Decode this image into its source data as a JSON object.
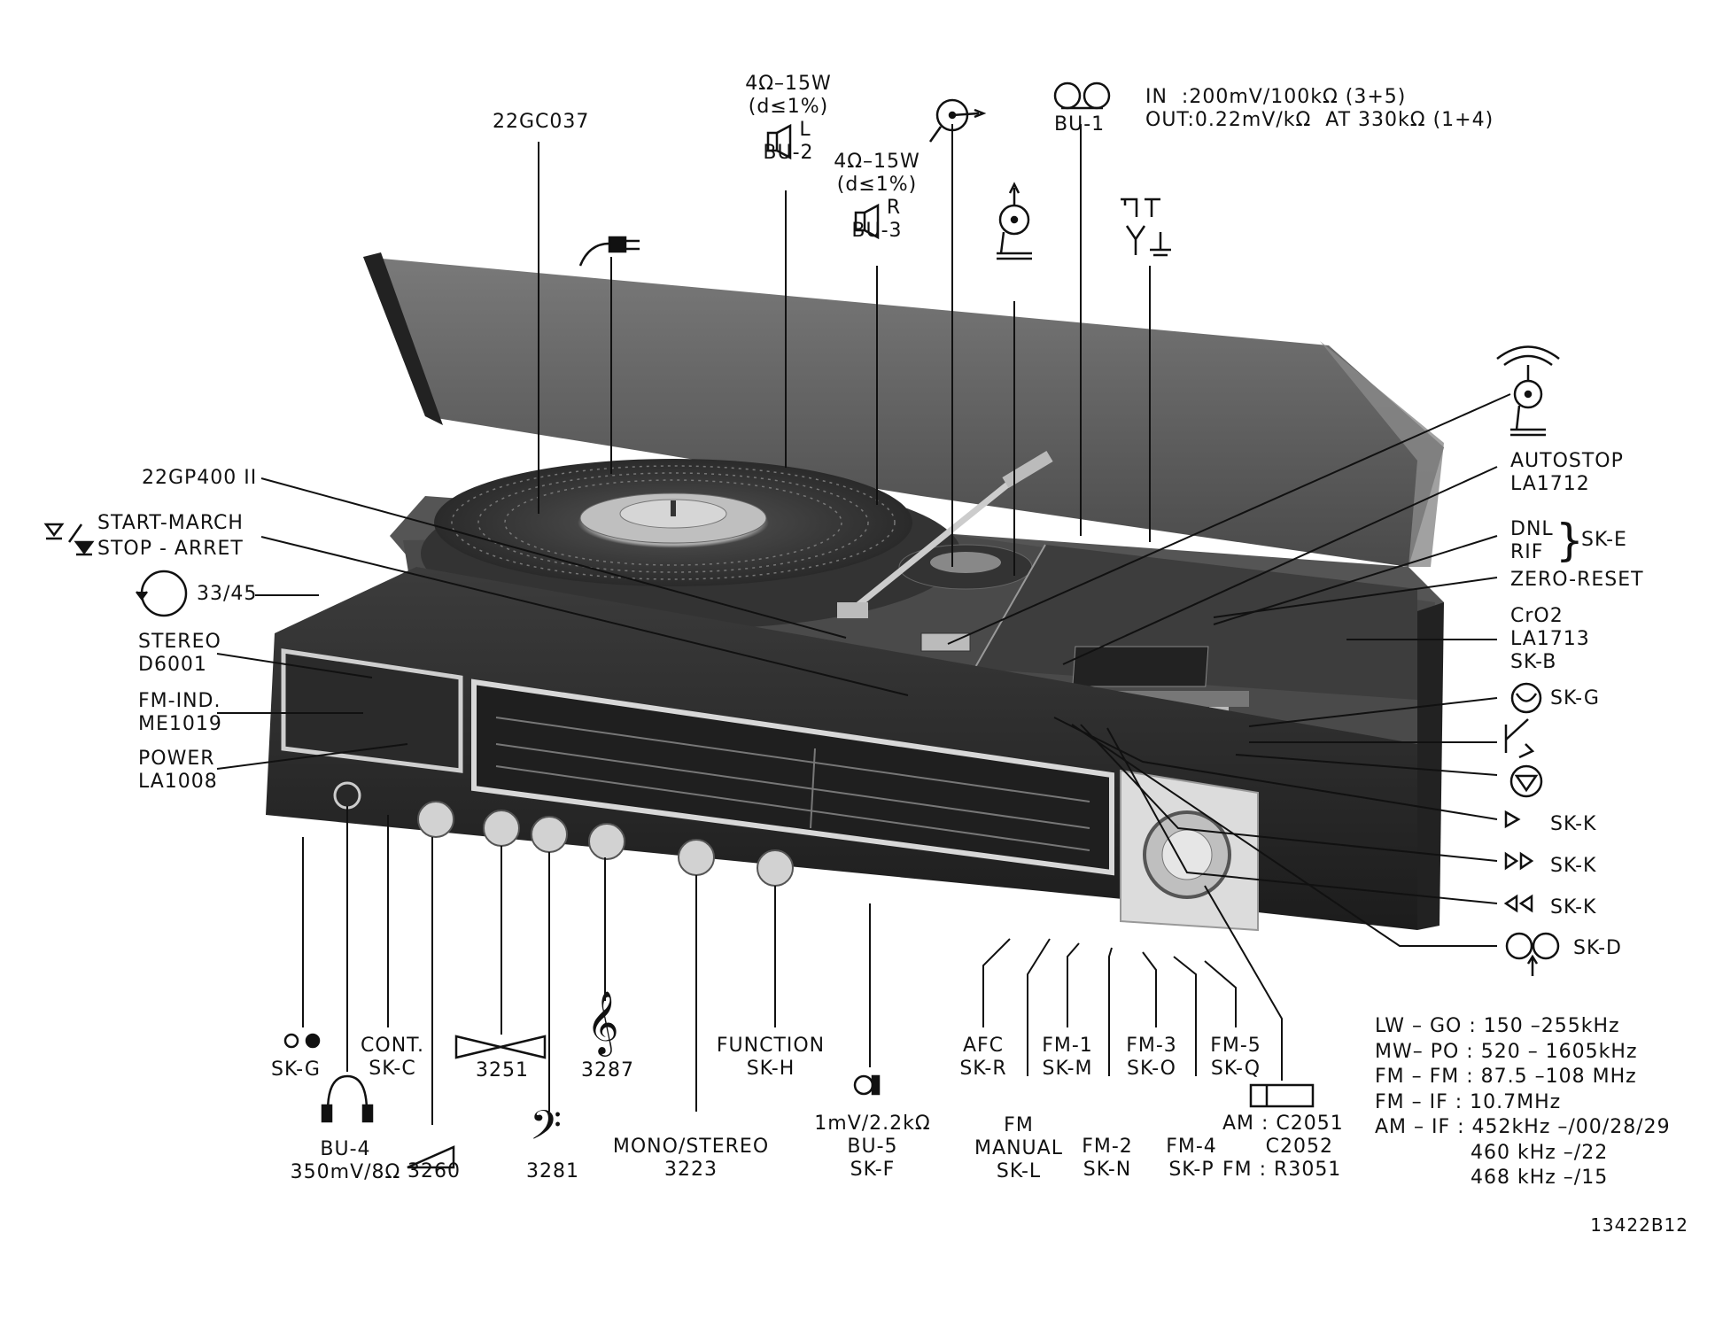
{
  "top_labels": {
    "gc037": "22GC037",
    "bu2": [
      "4Ω–15W",
      "(d≤1%)",
      "L",
      "BU-2"
    ],
    "bu3": [
      "4Ω–15W",
      "(d≤1%)",
      "R",
      "BU-3"
    ],
    "bu1": "BU-1",
    "io": [
      "IN  :200mV/100kΩ (3+5)",
      "OUT:0.22mV/kΩ  AT 330kΩ (1+4)"
    ]
  },
  "left_labels": {
    "gp400": "22GP400 II",
    "start": "START-MARCH",
    "stop": "STOP - ARRET",
    "speed": "33/45",
    "stereo": [
      "STEREO",
      "D6001"
    ],
    "fmind": [
      "FM-IND.",
      "ME1019"
    ],
    "power": [
      "POWER",
      "LA1008"
    ]
  },
  "right_labels": {
    "autostop": [
      "AUTOSTOP",
      "LA1712"
    ],
    "dnl": [
      "DNL",
      "RIF"
    ],
    "ske": "SK-E",
    "zero": "ZERO-RESET",
    "cro2": [
      "CrO2",
      "LA1713",
      "SK-B"
    ],
    "skg": "SK-G",
    "play": "SK-K",
    "ff": "SK-K",
    "rew": "SK-K",
    "skd": "SK-D"
  },
  "bottom_labels": {
    "skg_left": "SK-G",
    "cont": [
      "CONT.",
      "SK-C"
    ],
    "n3251": "3251",
    "n3287": "3287",
    "function": [
      "FUNCTION",
      "SK-H"
    ],
    "bu4": [
      "BU-4",
      "350mV/8Ω"
    ],
    "n3260": "3260",
    "n3281": "3281",
    "monostereo": [
      "MONO/STEREO",
      "3223"
    ],
    "bu5": [
      "1mV/2.2kΩ",
      "BU-5",
      "SK-F"
    ],
    "afc": [
      "AFC",
      "SK-R"
    ],
    "fm1": [
      "FM-1",
      "SK-M"
    ],
    "fm3": [
      "FM-3",
      "SK-O"
    ],
    "fm5": [
      "FM-5",
      "SK-Q"
    ],
    "fmmanual": [
      "FM",
      "MANUAL",
      "SK-L"
    ],
    "fm2": [
      "FM-2",
      "SK-N"
    ],
    "fm4": [
      "FM-4",
      "SK-P"
    ],
    "am": [
      "AM : C2051",
      "C2052",
      "FM : R3051"
    ]
  },
  "freq_table": [
    "LW – GO : 150 –255kHz",
    "MW– PO : 520 – 1605kHz",
    "FM – FM : 87.5 –108 MHz",
    "FM – IF  : 10.7MHz",
    "AM – IF  : 452kHz –/00/28/29",
    "460 kHz –/22",
    "468 kHz –/15"
  ],
  "figure_id": "13422B12",
  "icons": [
    "mains-plug-icon",
    "speaker-icon",
    "tonearm-icon",
    "reel-icon",
    "antenna-icon",
    "level-meter-icon",
    "headphones-icon",
    "volume-wedge-icon",
    "treble-clef-icon",
    "bass-clef-icon",
    "balance-icon",
    "play-icon",
    "fast-forward-icon",
    "rewind-icon",
    "stop-icon",
    "record-icon"
  ]
}
